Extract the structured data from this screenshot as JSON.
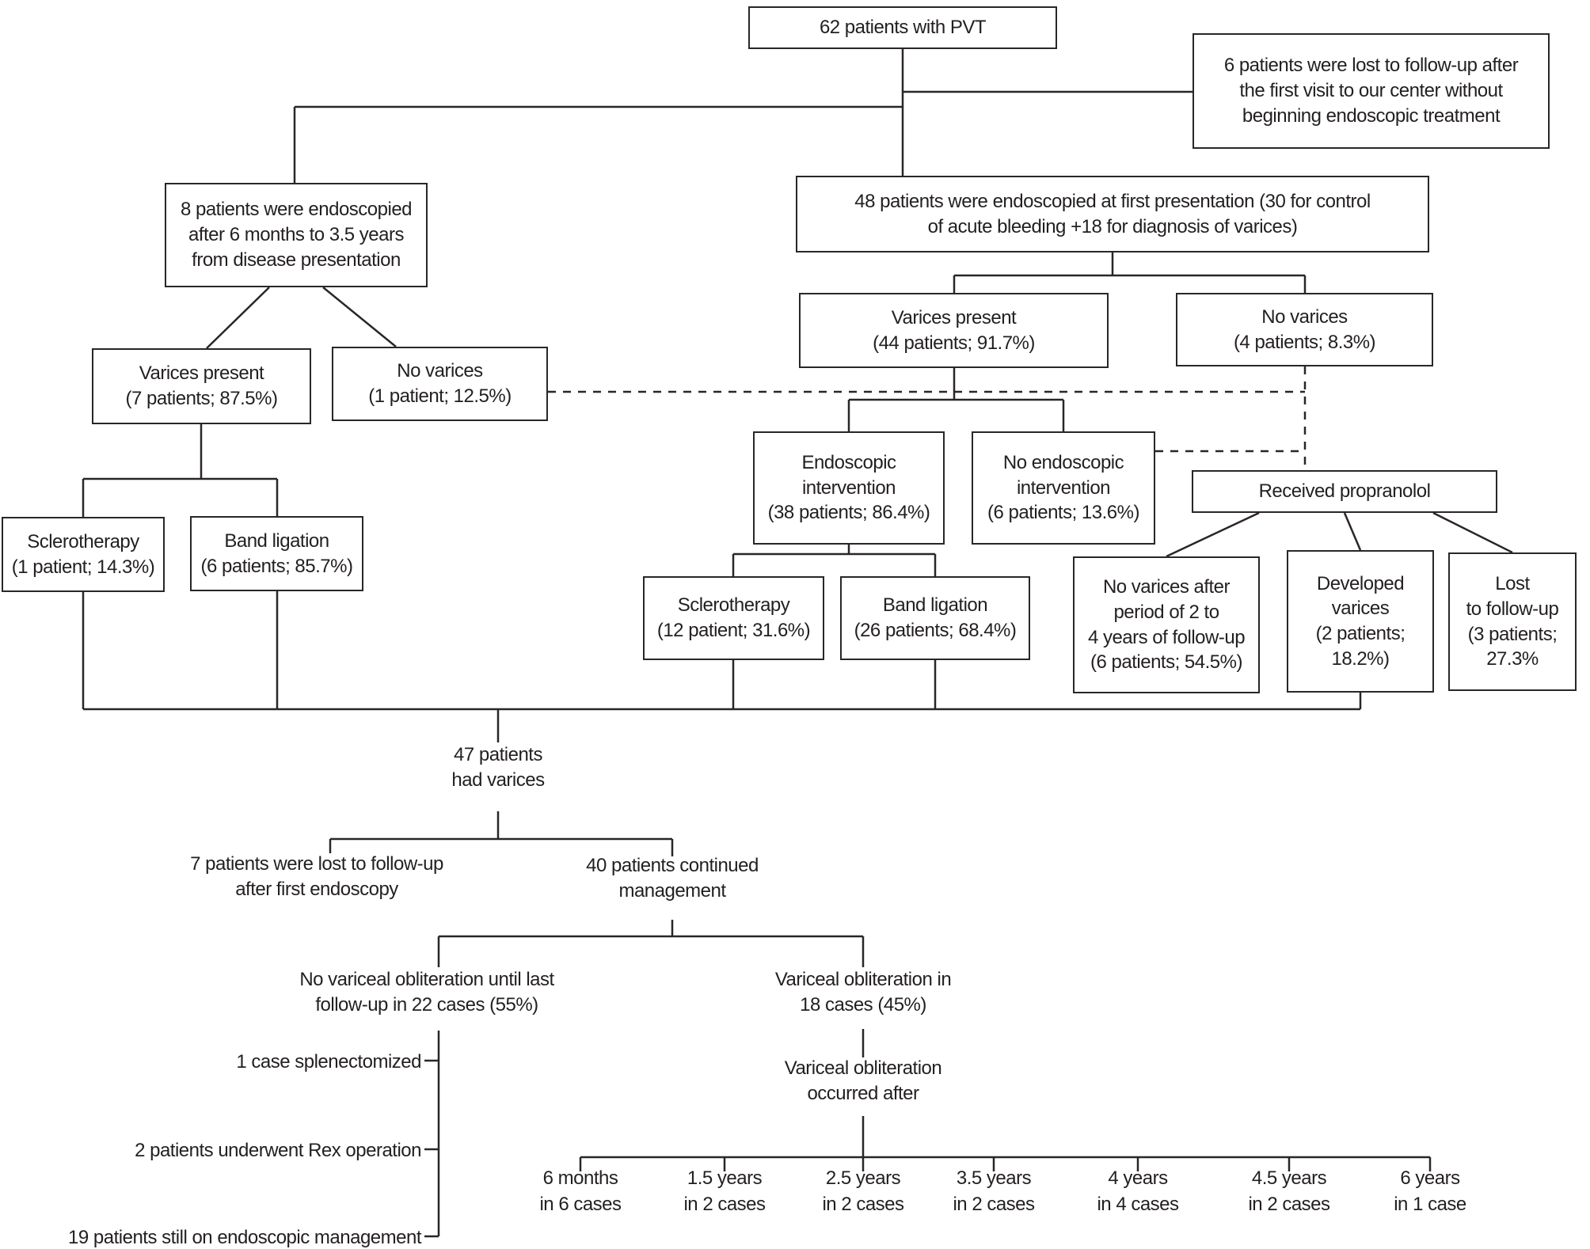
{
  "figure": {
    "background": "#ffffff",
    "line_color": "#2a2627",
    "text_color": "#231f20",
    "nodes": {
      "pvt_total": "62 patients with PVT",
      "lost_initial": "6 patients were lost to follow-up after\nthe first visit to our center without\nbeginning endoscopic treatment",
      "late_endoscopy": "8 patients were endoscopied\nafter 6 months to 3.5 years\nfrom disease presentation",
      "first_presentation": "48 patients were endoscopied at first presentation (30 for control\nof acute bleeding +18 for diagnosis of varices)",
      "varices_present_left": "Varices present\n(7 patients; 87.5%)",
      "no_varices_left": "No varices\n(1 patient; 12.5%)",
      "varices_present_right": "Varices present\n(44 patients; 91.7%)",
      "no_varices_right": "No varices\n(4 patients; 8.3%)",
      "sclerotherapy_left": "Sclerotherapy\n(1 patient; 14.3%)",
      "band_ligation_left": "Band ligation\n(6 patients; 85.7%)",
      "endoscopic_intervention": "Endoscopic\nintervention\n(38 patients; 86.4%)",
      "no_endoscopic_intervention": "No endoscopic\nintervention\n(6 patients; 13.6%)",
      "received_propranolol": "Received propranolol",
      "sclerotherapy_right": "Sclerotherapy\n(12 patient; 31.6%)",
      "band_ligation_right": "Band ligation\n(26 patients; 68.4%)",
      "no_varices_followup": "No varices after\nperiod of 2 to\n4 years of follow-up\n(6 patients; 54.5%)",
      "developed_varices": "Developed\nvarices\n(2 patients;\n18.2%)",
      "lost_to_followup": "Lost\nto follow-up\n(3 patients;\n27.3%"
    },
    "labels": {
      "varices_total": "47 patients\nhad varices",
      "lost_after_first_endoscopy": "7 patients were lost to follow-up\nafter first endoscopy",
      "continued_management": "40 patients continued\nmanagement",
      "no_obliteration": "No variceal obliteration until last\nfollow-up in 22 cases (55%)",
      "obliteration": "Variceal obliteration in\n18 cases (45%)",
      "obliteration_after": "Variceal obliteration\noccurred after",
      "splenectomized": "1 case splenectomized",
      "rex_operation": "2 patients underwent Rex operation",
      "still_endoscopic": "19 patients still on endoscopic management"
    },
    "timeline": [
      {
        "period": "6 months",
        "cases": "in 6 cases"
      },
      {
        "period": "1.5 years",
        "cases": "in 2 cases"
      },
      {
        "period": "2.5 years",
        "cases": "in 2 cases"
      },
      {
        "period": "3.5 years",
        "cases": "in 2 cases"
      },
      {
        "period": "4 years",
        "cases": "in 4 cases"
      },
      {
        "period": "4.5 years",
        "cases": "in 2 cases"
      },
      {
        "period": "6 years",
        "cases": "in 1 case"
      }
    ]
  }
}
